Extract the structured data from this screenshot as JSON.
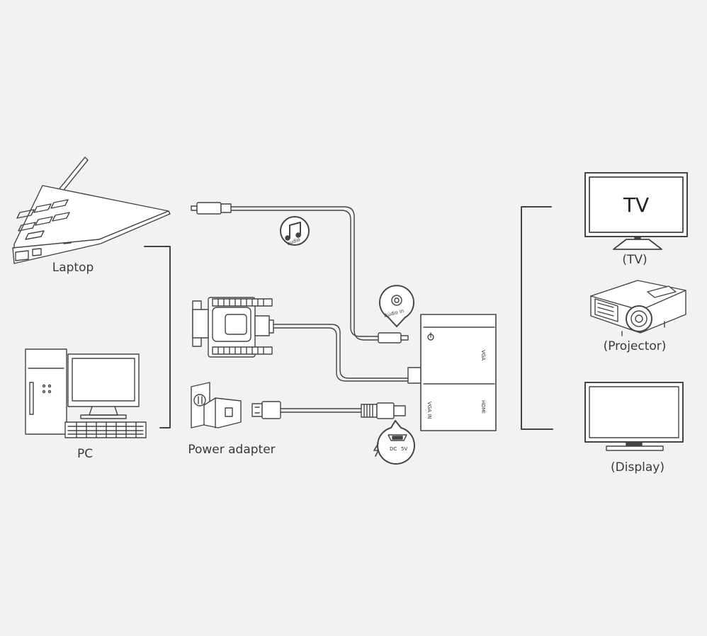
{
  "labels": {
    "laptop": "Laptop",
    "pc": "PC",
    "power_adapter": "Power adapter",
    "tv": "(TV)",
    "projector": "(Projector)",
    "display": "(Display)"
  },
  "screen_text": {
    "tv": "TV"
  },
  "ports": {
    "audio_in": "Audio in",
    "audio_badge": "audio",
    "dc": "DC",
    "dc_voltage": "5V",
    "vga": "VGA",
    "hdmi": "HDMI",
    "vga_in": "VGA IN"
  },
  "colors": {
    "line": "#444444",
    "fill": "#ffffff",
    "background": "#f2f2f2"
  }
}
